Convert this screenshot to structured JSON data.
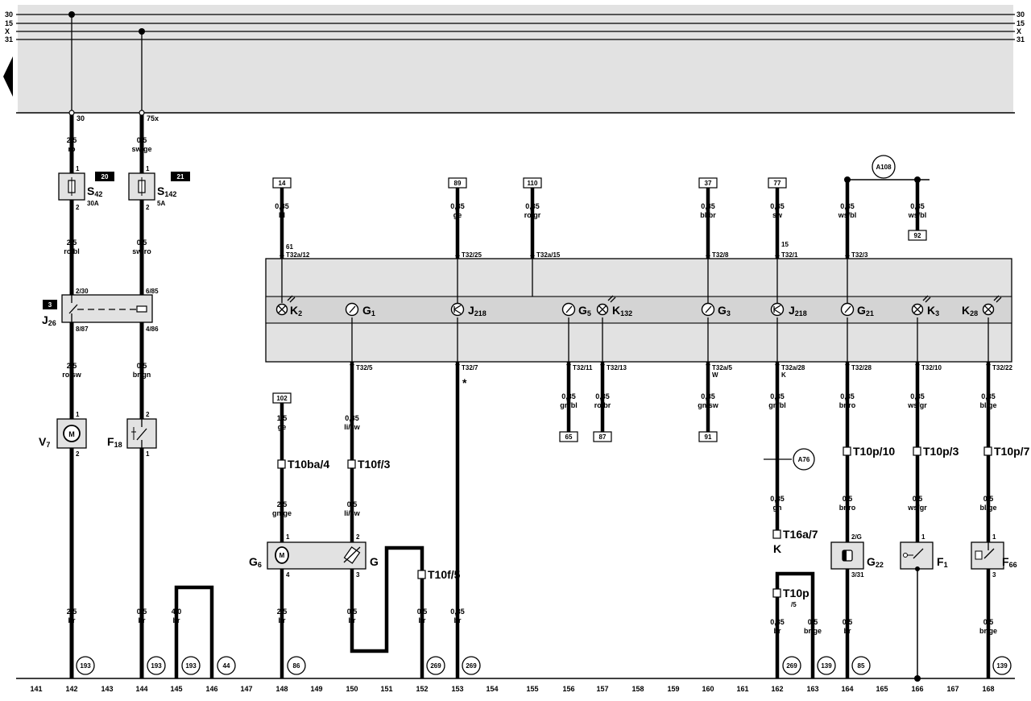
{
  "bus_lines": [
    {
      "id": "30",
      "left": "30",
      "right": "30"
    },
    {
      "id": "15",
      "left": "15",
      "right": "15"
    },
    {
      "id": "X",
      "left": "X",
      "right": "X"
    },
    {
      "id": "31",
      "left": "31",
      "right": "31"
    }
  ],
  "column_numbers": [
    "141",
    "142",
    "143",
    "144",
    "145",
    "146",
    "147",
    "148",
    "149",
    "150",
    "151",
    "152",
    "153",
    "154",
    "155",
    "156",
    "157",
    "158",
    "159",
    "160",
    "161",
    "162",
    "163",
    "164",
    "165",
    "166",
    "167",
    "168"
  ],
  "top_pins": {
    "c142": "30",
    "c144": "75x"
  },
  "badges": {
    "s42": "20",
    "s142": "21",
    "j26": "3"
  },
  "components": {
    "s42": {
      "letter": "S",
      "sub": "42",
      "rating": "30A",
      "pin_top": "1",
      "pin_bot": "2"
    },
    "s142": {
      "letter": "S",
      "sub": "142",
      "rating": "5A",
      "pin_top": "1",
      "pin_bot": "2"
    },
    "j26": {
      "letter": "J",
      "sub": "26",
      "pin_tl": "2/30",
      "pin_bl": "8/87",
      "pin_tr": "6/85",
      "pin_br": "4/86"
    },
    "v7": {
      "letter": "V",
      "sub": "7",
      "pin_top": "1",
      "pin_bot": "2",
      "symbol": "M"
    },
    "f18": {
      "letter": "F",
      "sub": "18",
      "pin_top": "2",
      "pin_bot": "1"
    },
    "g6": {
      "letter": "G",
      "sub": "6",
      "pin_top": "1",
      "pin_bot": "4",
      "symbol": "M"
    },
    "g": {
      "letter": "G",
      "pin_top": "2",
      "pin_bot": "3"
    },
    "g22": {
      "letter": "G",
      "sub": "22",
      "pin_top": "2/G",
      "pin_bot": "3/31"
    },
    "f1": {
      "letter": "F",
      "sub": "1",
      "pin_top": "1"
    },
    "f66": {
      "letter": "F",
      "sub": "66",
      "pin_top": "1",
      "pin_bot": "3"
    },
    "k_label": "K"
  },
  "cluster": {
    "items": [
      {
        "id": "k2",
        "letter": "K",
        "sub": "2"
      },
      {
        "id": "g1",
        "letter": "G",
        "sub": "1"
      },
      {
        "id": "j218a",
        "letter": "J",
        "sub": "218"
      },
      {
        "id": "g5",
        "letter": "G",
        "sub": "5"
      },
      {
        "id": "k132",
        "letter": "K",
        "sub": "132"
      },
      {
        "id": "g3",
        "letter": "G",
        "sub": "3"
      },
      {
        "id": "j218b",
        "letter": "J",
        "sub": "218"
      },
      {
        "id": "g21",
        "letter": "G",
        "sub": "21"
      },
      {
        "id": "k3",
        "letter": "K",
        "sub": "3"
      },
      {
        "id": "k28",
        "letter": "K",
        "sub": "28"
      }
    ],
    "top_pins": [
      "T32a/12",
      "T32/25",
      "T32a/15",
      "T32/8",
      "T32/1",
      "T32/3"
    ],
    "bottom_pins": [
      "T32/5",
      "T32/7",
      "T32/11",
      "T32/13",
      "T32a/5",
      "T32a/28",
      "T32/28",
      "T32/10",
      "T32/22"
    ],
    "inner": {
      "p61": "61",
      "p15": "15",
      "pW": "W",
      "pK": "K",
      "star": "*"
    }
  },
  "wires": {
    "c142a": {
      "size": "2,5",
      "color": "ro"
    },
    "c142b": {
      "size": "2,5",
      "color": "ro/bl"
    },
    "c142c": {
      "size": "2,5",
      "color": "ro/sw"
    },
    "c142d": {
      "size": "2,5",
      "color": "br"
    },
    "c144a": {
      "size": "0,5",
      "color": "sw/ge"
    },
    "c144b": {
      "size": "0,5",
      "color": "sw/ro"
    },
    "c144c": {
      "size": "0,5",
      "color": "br/gn"
    },
    "c144d": {
      "size": "0,5",
      "color": "br"
    },
    "c145": {
      "size": "4,0",
      "color": "br"
    },
    "c148a": {
      "size": "0,35",
      "color": "bl"
    },
    "c148b": {
      "size": "1,5",
      "color": "ge"
    },
    "c148c": {
      "size": "2,5",
      "color": "gn/ge"
    },
    "c148d": {
      "size": "2,5",
      "color": "br"
    },
    "c150a": {
      "size": "0,35",
      "color": "li/sw"
    },
    "c150b": {
      "size": "0,5",
      "color": "li/sw"
    },
    "c150c": {
      "size": "0,5",
      "color": "br"
    },
    "c152": {
      "size": "0,5",
      "color": "br"
    },
    "c153a": {
      "size": "0,35",
      "color": "ge"
    },
    "c153b": {
      "size": "0,35",
      "color": "br"
    },
    "c155": {
      "size": "0,35",
      "color": "ro/gr"
    },
    "c156": {
      "size": "0,35",
      "color": "gn/bl"
    },
    "c157": {
      "size": "0,35",
      "color": "ro/br"
    },
    "c160a": {
      "size": "0,35",
      "color": "bl/br"
    },
    "c160b": {
      "size": "0,35",
      "color": "gn/sw"
    },
    "c162a": {
      "size": "0,35",
      "color": "sw"
    },
    "c162b": {
      "size": "0,35",
      "color": "gn/bl"
    },
    "c162c": {
      "size": "0,35",
      "color": "gn"
    },
    "c162d": {
      "size": "0,35",
      "color": "br"
    },
    "c163": {
      "size": "0,5",
      "color": "br/ge"
    },
    "c164a": {
      "size": "0,35",
      "color": "ws/bl"
    },
    "c164b": {
      "size": "0,35",
      "color": "br/ro"
    },
    "c164c": {
      "size": "0,5",
      "color": "br/ro"
    },
    "c164d": {
      "size": "0,5",
      "color": "br"
    },
    "c165": {
      "size": "0,35",
      "color": "ws/bl"
    },
    "c166a": {
      "size": "0,35",
      "color": "ws/gr"
    },
    "c166b": {
      "size": "0,5",
      "color": "ws/gr"
    },
    "c168a": {
      "size": "0,35",
      "color": "bl/ge"
    },
    "c168b": {
      "size": "0,5",
      "color": "bl/ge"
    },
    "c168c": {
      "size": "0,5",
      "color": "br/ge"
    }
  },
  "connectors": {
    "t10ba4": "T10ba/4",
    "t10f3": "T10f/3",
    "t10f5": "T10f/5",
    "t10p10": "T10p/10",
    "t10p3": "T10p/3",
    "t10p7": "T10p/7",
    "t16a7": "T16a/7",
    "t10p5a": "T10p",
    "t10p5b": "/5"
  },
  "ref_boxes": {
    "c148top": "14",
    "c148mid": "102",
    "c153": "89",
    "c155": "110",
    "c156": "65",
    "c157": "87",
    "c160top": "37",
    "c160bot": "91",
    "c162": "77",
    "c165": "92"
  },
  "ground_circles": [
    "193",
    "193",
    "193",
    "44",
    "86",
    "269",
    "269",
    "269",
    "139",
    "85",
    "139"
  ],
  "junction_circles": {
    "a108": "A108",
    "a76": "A76"
  }
}
